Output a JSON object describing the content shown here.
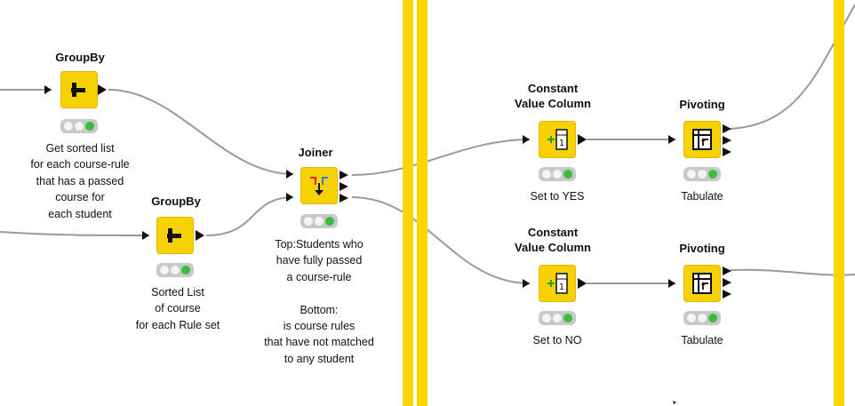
{
  "colors": {
    "node": "#f8d100",
    "annotation_bar": "#ffd500",
    "connection": "#9a9a9a",
    "status_ok": "#3dbb3d"
  },
  "nodes": [
    {
      "id": "groupby1",
      "title": "GroupBy",
      "icon": "groupby-icon",
      "desc": "Get sorted list\nfor each course-rule\nthat has a passed\ncourse for\neach student"
    },
    {
      "id": "groupby2",
      "title": "GroupBy",
      "icon": "groupby-icon",
      "desc": "Sorted List\nof course\nfor each Rule set"
    },
    {
      "id": "joiner",
      "title": "Joiner",
      "icon": "joiner-icon",
      "desc": "Top:Students who\nhave fully passed\na course-rule\n\nBottom:\nis course rules\nthat have not matched\nto any student"
    },
    {
      "id": "constant1",
      "title": "Constant\nValue Column",
      "icon": "constant-value-column-icon",
      "desc": "Set to YES"
    },
    {
      "id": "constant2",
      "title": "Constant\nValue Column",
      "icon": "constant-value-column-icon",
      "desc": "Set to NO"
    },
    {
      "id": "pivot1",
      "title": "Pivoting",
      "icon": "pivoting-icon",
      "desc": "Tabulate"
    },
    {
      "id": "pivot2",
      "title": "Pivoting",
      "icon": "pivoting-icon",
      "desc": "Tabulate"
    }
  ]
}
